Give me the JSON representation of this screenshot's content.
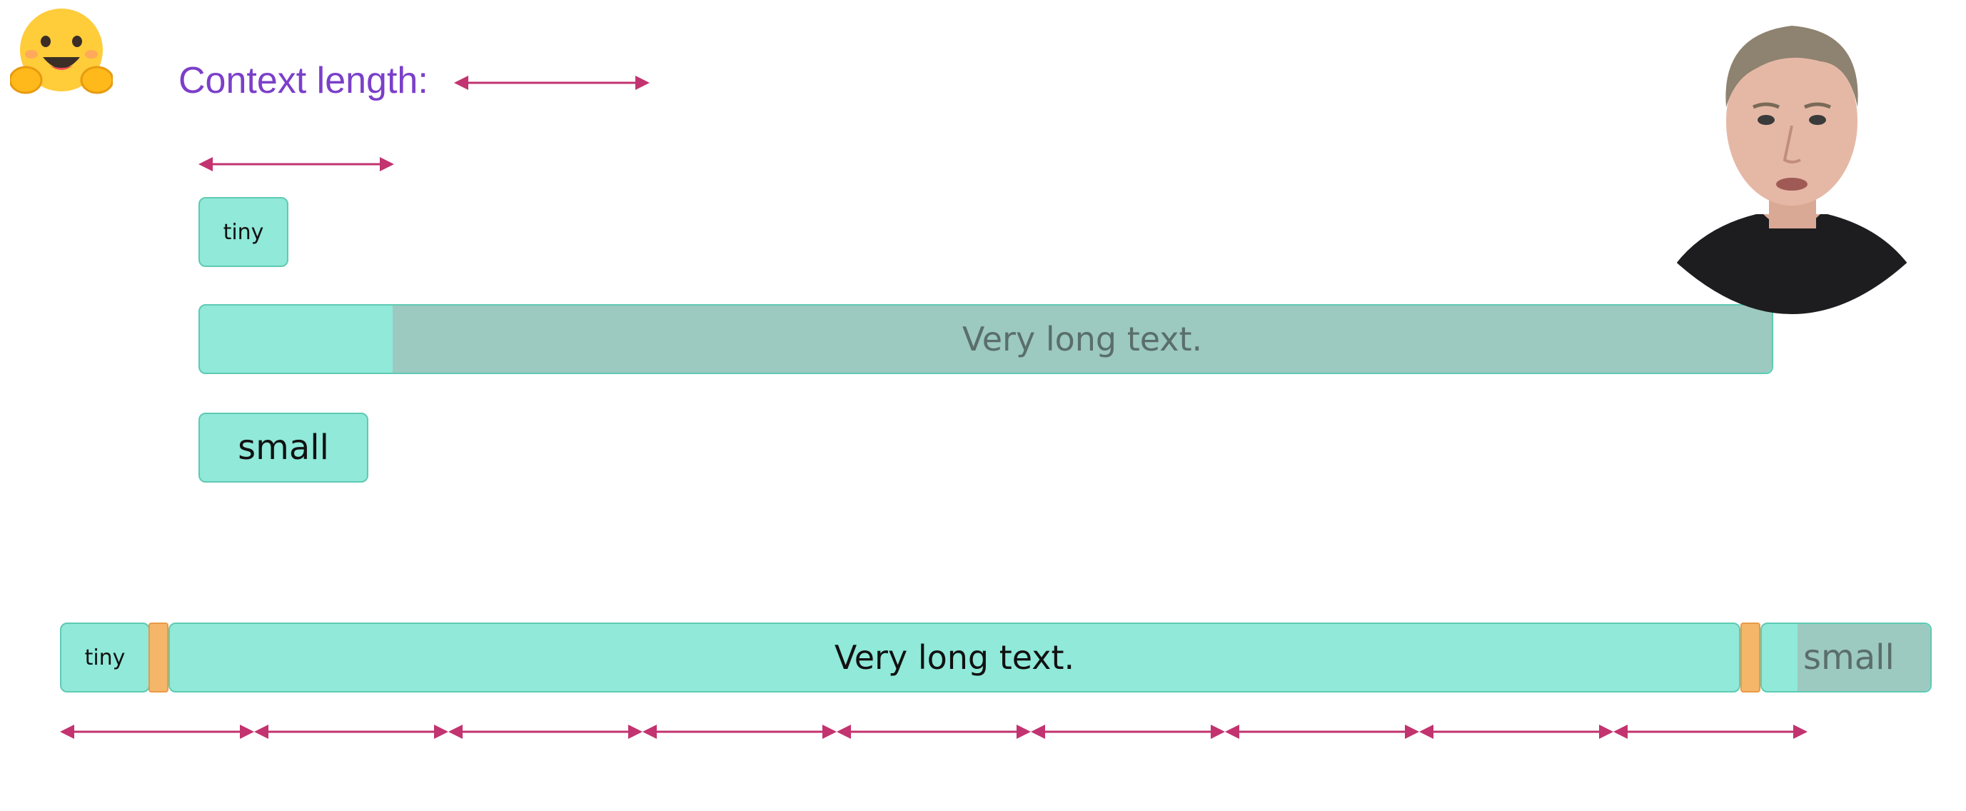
{
  "title": "Context length:",
  "logo": {
    "icon": "hugging-face-emoji-icon"
  },
  "examples": {
    "tiny_label": "tiny",
    "very_long_label": "Very long text.",
    "small_label": "small"
  },
  "packed_sequence": {
    "tiny_label": "tiny",
    "very_long_label": "Very long text.",
    "small_label": "small",
    "separator": "separator-token",
    "chunk_count": 9
  },
  "presenter": {
    "icon": "presenter-portrait-icon"
  },
  "colors": {
    "title": "#7b3fc9",
    "arrow": "#c2336f",
    "block_fill": "#90e9d9",
    "block_border": "#5fcab3",
    "truncated_fill": "#9cc9c0",
    "separator_fill": "#f5b66a"
  }
}
